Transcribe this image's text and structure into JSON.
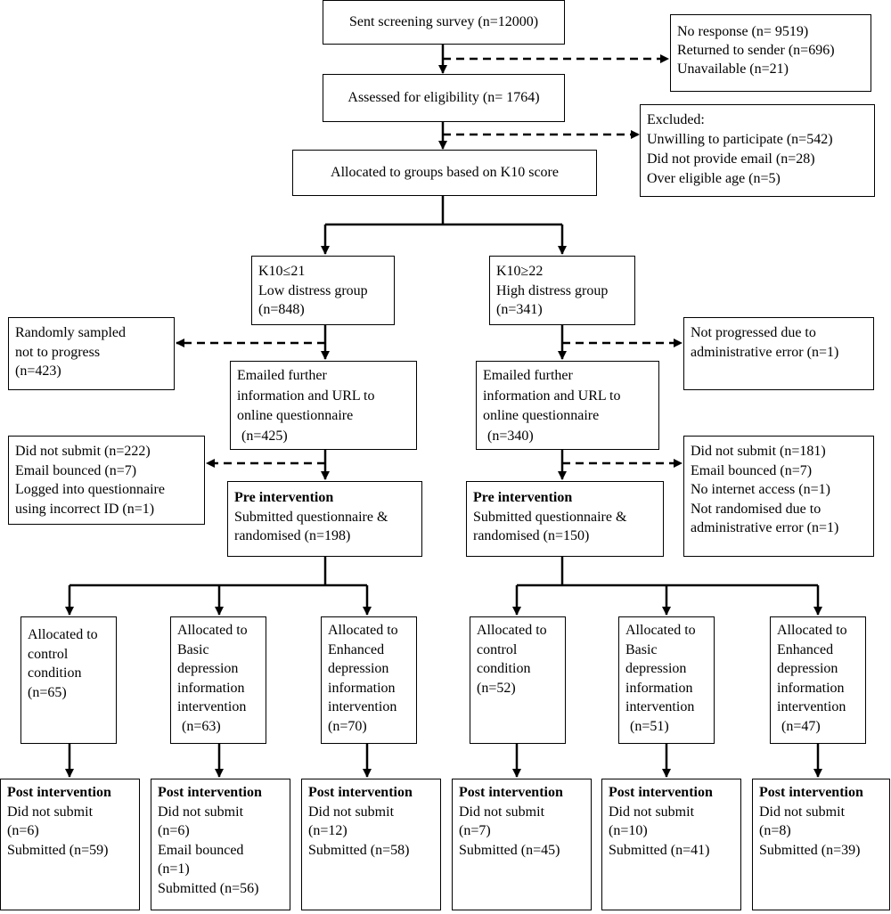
{
  "screening": {
    "label": "Sent screening survey (n=12000)"
  },
  "no_response": {
    "line1": "No response (n= 9519)",
    "line2": "Returned to sender (n=696)",
    "line3": "Unavailable (n=21)"
  },
  "eligibility": {
    "label": "Assessed for eligibility (n= 1764)"
  },
  "excluded": {
    "title": "Excluded:",
    "line1": "Unwilling to participate (n=542)",
    "line2": "Did not provide email (n=28)",
    "line3": "Over eligible age (n=5)"
  },
  "allocated_k10": {
    "label": "Allocated to groups based on K10 score"
  },
  "low_group": {
    "line1": "K10≤21",
    "line2": "Low distress group",
    "line3": "(n=848)"
  },
  "high_group": {
    "line1": "K10≥22",
    "line2": "High distress group",
    "line3": "(n=341)"
  },
  "randomly_sampled": {
    "line1": "Randomly sampled",
    "line2": "not to progress",
    "line3": "(n=423)"
  },
  "not_progressed": {
    "line1": "Not progressed due to",
    "line2": "administrative error (n=1)"
  },
  "low_emailed": {
    "line1": "Emailed further",
    "line2": "information and URL to",
    "line3": "online questionnaire",
    "line4": "(n=425)"
  },
  "high_emailed": {
    "line1": "Emailed further",
    "line2": "information and URL to",
    "line3": "online questionnaire",
    "line4": "(n=340)"
  },
  "low_dropout": {
    "line1": "Did not submit (n=222)",
    "line2": "Email bounced (n=7)",
    "line3": "Logged into questionnaire",
    "line4": "using incorrect ID (n=1)"
  },
  "high_dropout": {
    "line1": "Did not submit (n=181)",
    "line2": "Email bounced (n=7)",
    "line3": "No internet access (n=1)",
    "line4": "Not randomised due to",
    "line5": "administrative error (n=1)"
  },
  "low_pre": {
    "title": "Pre intervention",
    "line1": "Submitted questionnaire &",
    "line2": "randomised (n=198)"
  },
  "high_pre": {
    "title": "Pre intervention",
    "line1": "Submitted questionnaire &",
    "line2": "randomised (n=150)"
  },
  "arms": [
    {
      "lines": [
        "Allocated to",
        "control",
        "condition",
        "(n=65)"
      ]
    },
    {
      "lines": [
        "Allocated to",
        "Basic",
        "depression",
        "information",
        "intervention",
        "(n=63)"
      ]
    },
    {
      "lines": [
        "Allocated to",
        "Enhanced",
        "depression",
        "information",
        "intervention",
        "(n=70)"
      ]
    },
    {
      "lines": [
        "Allocated to",
        "control",
        "condition",
        "(n=52)"
      ]
    },
    {
      "lines": [
        "Allocated to",
        "Basic",
        "depression",
        "information",
        "intervention",
        "(n=51)"
      ]
    },
    {
      "lines": [
        "Allocated to",
        "Enhanced",
        "depression",
        "information",
        "intervention",
        "(n=47)"
      ]
    }
  ],
  "post": [
    {
      "title": "Post intervention",
      "lines": [
        "Did not submit",
        "(n=6)",
        "Submitted (n=59)"
      ]
    },
    {
      "title": "Post intervention",
      "lines": [
        "Did not submit",
        "(n=6)",
        "Email bounced",
        "(n=1)",
        "Submitted (n=56)"
      ]
    },
    {
      "title": "Post intervention",
      "lines": [
        "Did not submit",
        "(n=12)",
        "Submitted (n=58)"
      ]
    },
    {
      "title": "Post intervention",
      "lines": [
        "Did not submit",
        "(n=7)",
        "Submitted (n=45)"
      ]
    },
    {
      "title": "Post intervention",
      "lines": [
        "Did not submit",
        "(n=10)",
        "Submitted (n=41)"
      ]
    },
    {
      "title": "Post intervention",
      "lines": [
        "Did not submit",
        "(n=8)",
        "Submitted (n=39)"
      ]
    }
  ]
}
